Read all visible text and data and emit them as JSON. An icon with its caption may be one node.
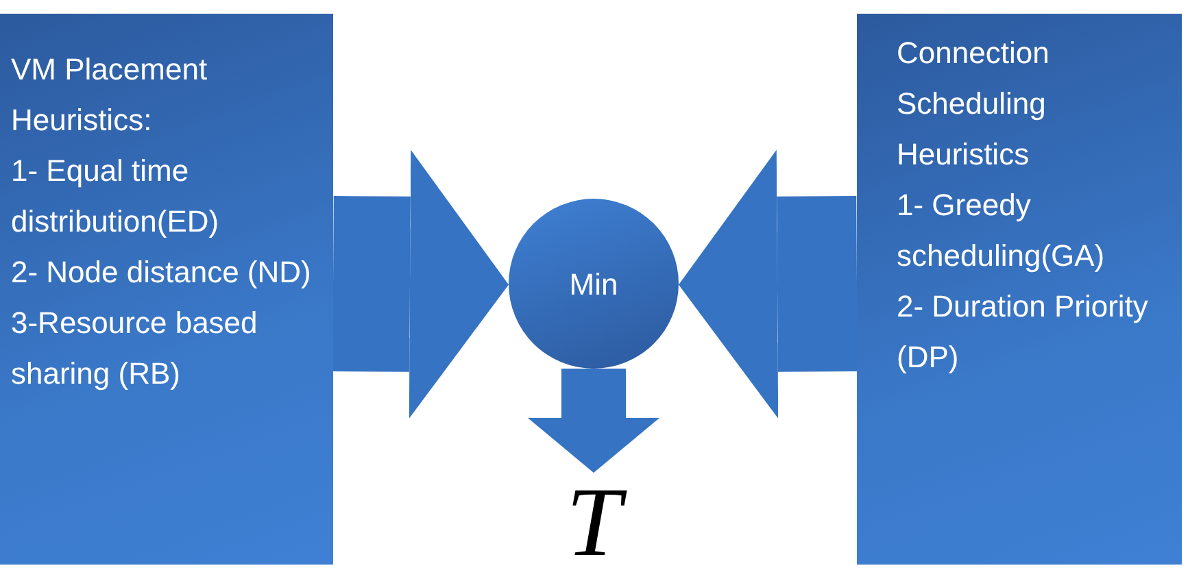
{
  "diagram": {
    "nodes": [
      {
        "text": [
          "VM Placement Heuristics:",
          "1- Equal time distribution(ED)",
          "2- Node distance (ND)",
          "3-Resource based sharing (RB)"
        ]
      },
      {
        "text": [
          "Min"
        ]
      },
      {
        "text": [
          "Connection Scheduling Heuristics",
          "1- Greedy scheduling(GA)",
          "2- Duration Priority (DP)"
        ]
      },
      {
        "text": [
          "T"
        ]
      }
    ],
    "edges": [
      {
        "from": 0,
        "to": 1,
        "arrow": "to"
      },
      {
        "from": 2,
        "to": 1,
        "arrow": "to"
      },
      {
        "from": 1,
        "to": 3,
        "arrow": "to"
      }
    ]
  }
}
